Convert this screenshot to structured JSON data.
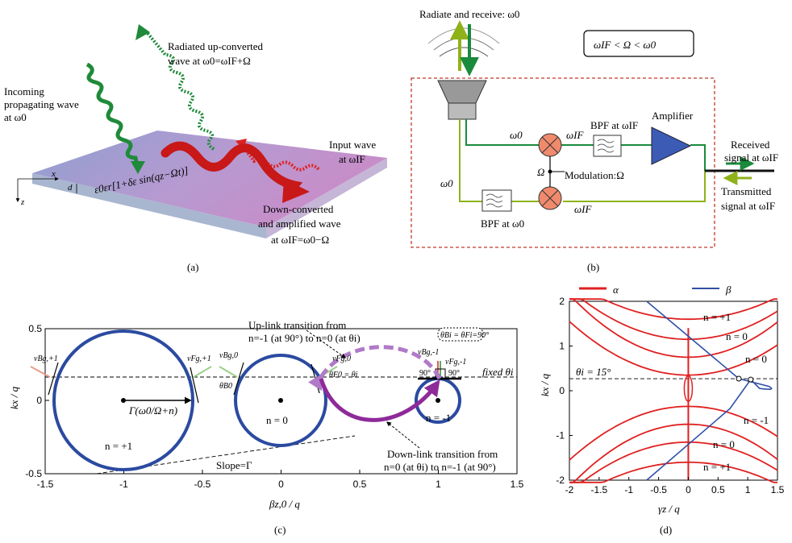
{
  "panel_a": {
    "caption": "(a)",
    "incoming": [
      "Incoming",
      "propagating wave",
      "at ω0"
    ],
    "radiated": [
      "Radiated up-converted",
      "wave at ω0=ωIF+Ω"
    ],
    "input": [
      "Input wave",
      "at ωIF"
    ],
    "down": [
      "Down-converted",
      "and amplified wave",
      "at ωIF=ω0−Ω"
    ],
    "eps_formula": "ε0εr[1+δε sin(qz−Ωt)]",
    "axis_x": "x",
    "axis_z": "z",
    "thickness": "d"
  },
  "panel_b": {
    "caption": "(b)",
    "radiate": "Radiate and receive: ω0",
    "inequality": "ωIF < Ω < ω0",
    "omega0_top": "ω0",
    "omega_if_top": "ωIF",
    "bpf_if": "BPF at ωIF",
    "amplifier": "Amplifier",
    "received": [
      "Received",
      "signal at ωIF"
    ],
    "transmitted": [
      "Transmitted",
      "signal at ωIF"
    ],
    "omega_mod": "Ω",
    "modulation": "Modulation:Ω",
    "omega0_left": "ω0",
    "omega_if_bottom": "ωIF",
    "bpf_0": "BPF at ω0",
    "colors": {
      "green": "#1a8a3c",
      "olive": "#8fb21a",
      "mixer": "#f08a6c",
      "amp": "#3b5bb5",
      "border": "#c0392b"
    }
  },
  "panel_c": {
    "caption": "(c)",
    "xlabel": "βz,0 / q",
    "ylabel": "kx / q",
    "x_ticks": [
      "-1.5",
      "-1",
      "-0.5",
      "0",
      "0.5",
      "1",
      "1.5"
    ],
    "y_ticks": [
      "0.5",
      "0",
      "-0.5"
    ],
    "n_plus1": "n = +1",
    "n_0": "n = 0",
    "n_minus1": "n = -1",
    "gamma_label": "Γ(ω0/Ω+n)",
    "slope": "Slope=Γ",
    "fixed": "fixed θi",
    "uplink": [
      "Up-link transition from",
      "n=-1 (at 90°) to n=0 (at θi)"
    ],
    "downlink": [
      "Down-link transition from",
      "n=0 (at θi) to n=-1 (at 90°)"
    ],
    "v_b_p1": "vBg,+1",
    "v_f_p1": "vFg,+1",
    "v_b_0": "vBg,0",
    "v_f_0": "vFg,0",
    "theta_b0": "θB0",
    "theta_f0": "θF0 = θi",
    "v_b_m1": "vBg,-1",
    "v_f_m1": "vFg,-1",
    "theta_eq": "θBi = θFi=90°",
    "deg90a": "90°",
    "deg90b": "90°",
    "colors": {
      "circle": "#2b4aa0",
      "arrow": "#8e2a9a",
      "dash_arrow": "#b07ac8"
    }
  },
  "panel_d": {
    "caption": "(d)",
    "legend_alpha": "α",
    "legend_beta": "β",
    "xlabel": "γz / q",
    "ylabel": "kx / q",
    "x_ticks": [
      "-2",
      "-1.5",
      "-1",
      "-0.5",
      "0",
      "0.5",
      "1",
      "1.5"
    ],
    "y_ticks": [
      "2",
      "1",
      "0",
      "-1",
      "-2"
    ],
    "theta": "θi = 15°",
    "n_p1_top": "n = +1",
    "n_0_top": "n = 0",
    "n_0_mid": "n = 0",
    "n_m1": "n = -1",
    "n_0_bot": "n = 0",
    "n_p1_bot": "n = +1",
    "colors": {
      "alpha": "#e02020",
      "beta": "#3050a8"
    }
  }
}
